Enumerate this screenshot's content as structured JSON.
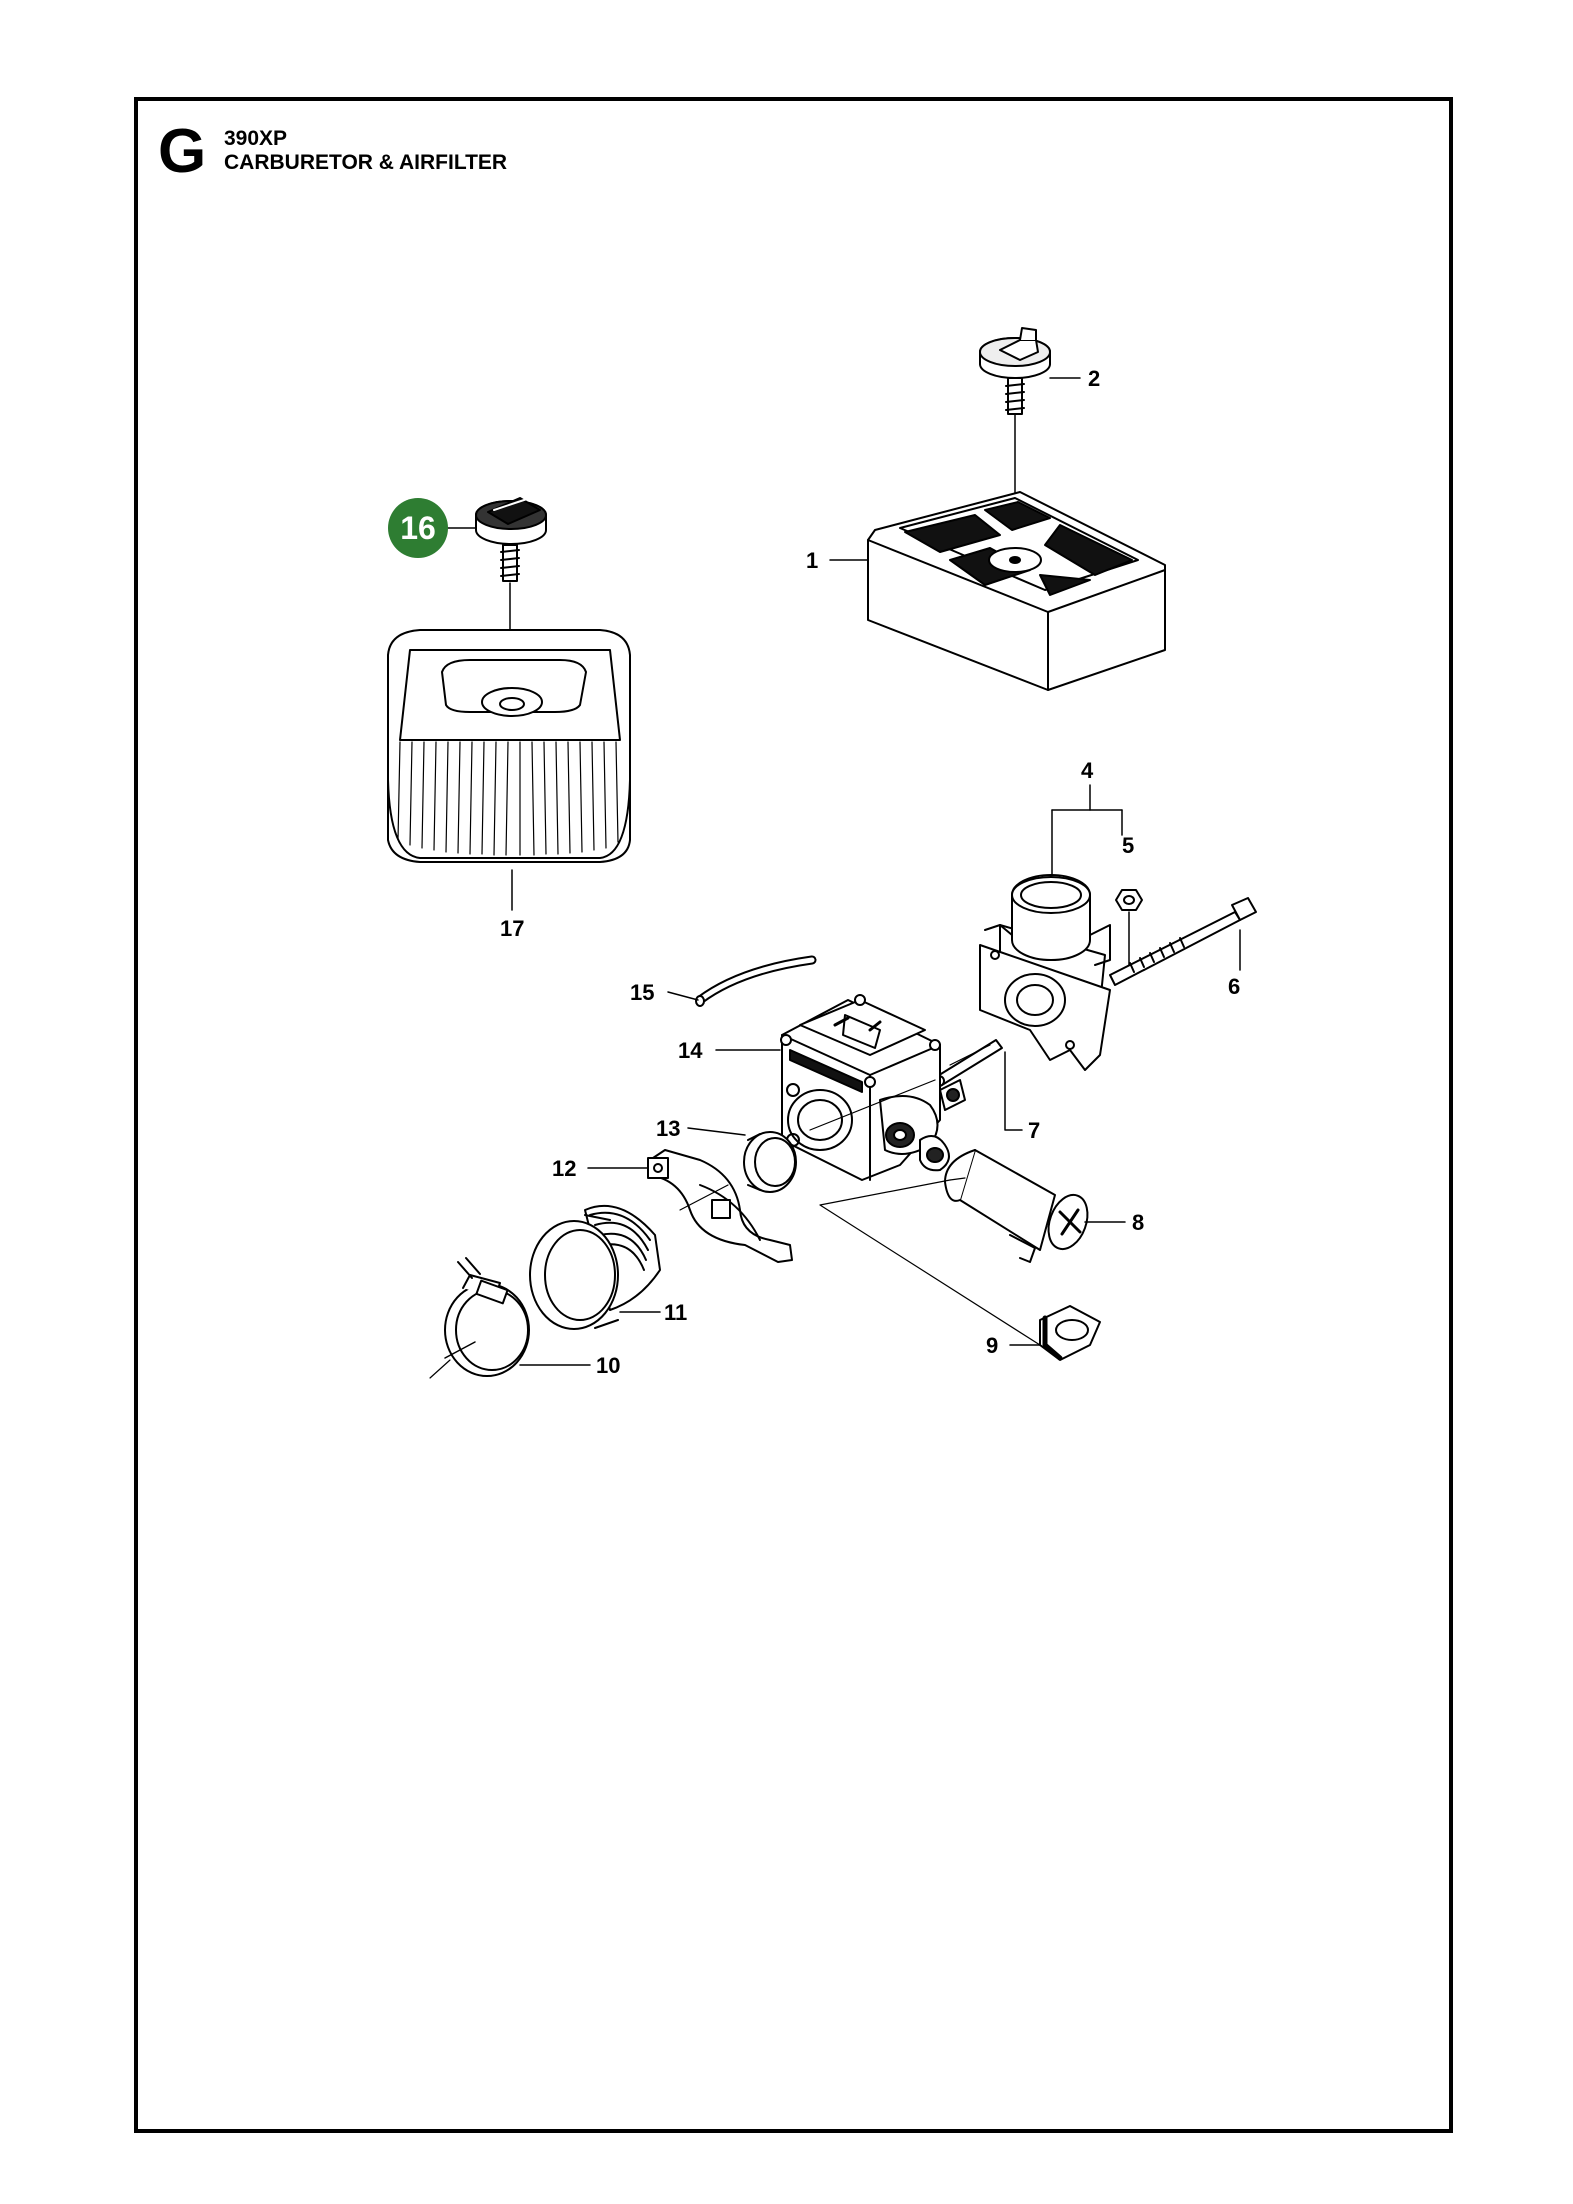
{
  "header": {
    "section_letter": "G",
    "model": "390XP",
    "title": "CARBURETOR & AIRFILTER"
  },
  "highlight": {
    "number": "16",
    "color": "#2e7d32"
  },
  "parts": {
    "p1": "1",
    "p2": "2",
    "p4": "4",
    "p5": "5",
    "p6": "6",
    "p7": "7",
    "p8": "8",
    "p9": "9",
    "p10": "10",
    "p11": "11",
    "p12": "12",
    "p13": "13",
    "p14": "14",
    "p15": "15",
    "p17": "17"
  }
}
